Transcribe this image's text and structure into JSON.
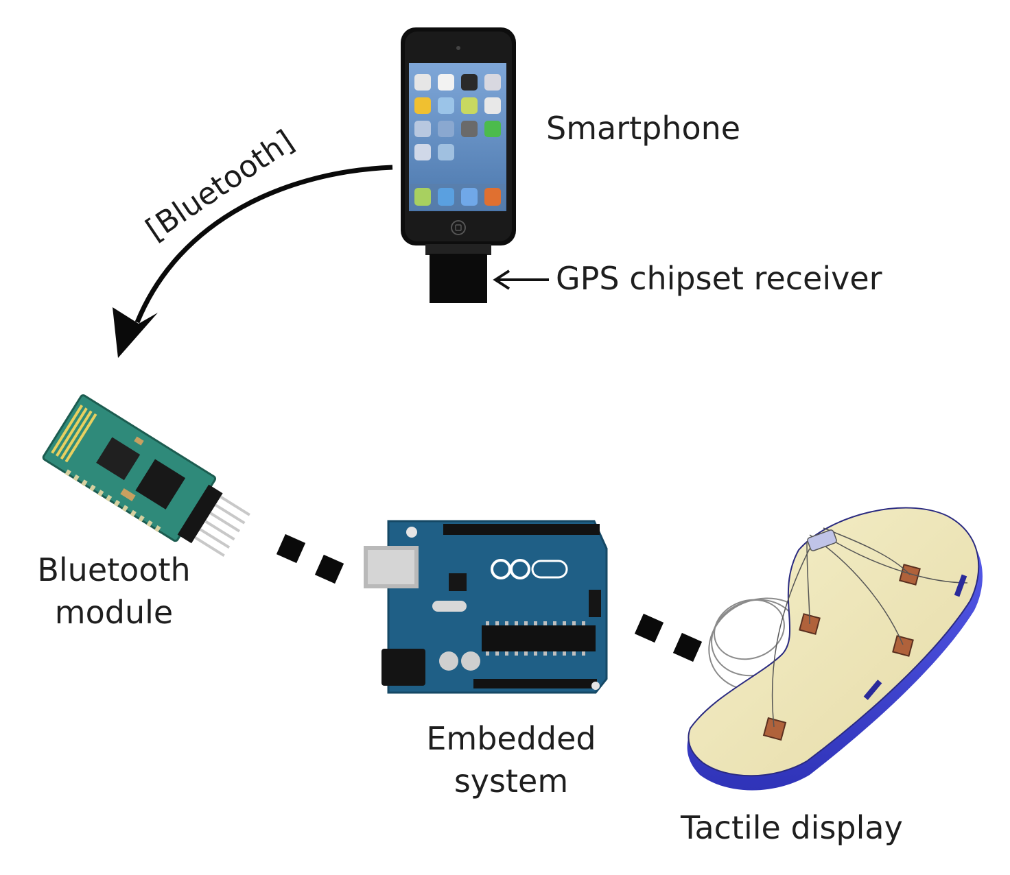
{
  "labels": {
    "smartphone": "Smartphone",
    "gps": "GPS chipset receiver",
    "bluetooth_link": "[Bluetooth]",
    "bluetooth_module_line1": "Bluetooth",
    "bluetooth_module_line2": "module",
    "embedded_line1": "Embedded",
    "embedded_line2": "system",
    "tactile": "Tactile display"
  },
  "colors": {
    "phone_body": "#0d0d0d",
    "bt_pcb": "#2f8a7a",
    "arduino_pcb": "#1f5f86",
    "insole_top": "#efe7bd",
    "insole_sole": "#4a4fe0",
    "sensor": "#b0623b"
  },
  "icons": {
    "phone": "smartphone-icon",
    "gps": "gps-receiver-icon",
    "bt_module": "bluetooth-module-icon",
    "arduino": "arduino-board-icon",
    "insole": "tactile-insole-icon"
  }
}
